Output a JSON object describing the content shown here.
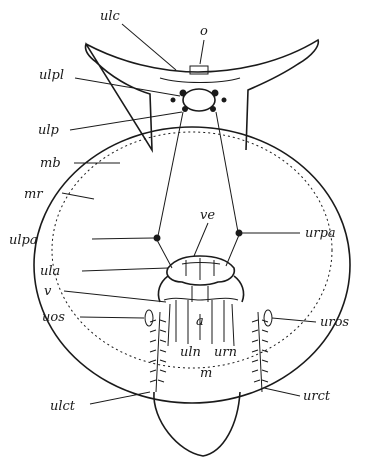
{
  "labels": {
    "ulc": "ulc",
    "o": "o",
    "ulpl": "ulpl",
    "ulp": "ulp",
    "mb": "mb",
    "mr": "mr",
    "ulpa": "ulpa",
    "urpa": "urpa",
    "ve": "ve",
    "ula": "ula",
    "v": "v",
    "uos": "uos",
    "uros": "uros",
    "a": "a",
    "uln": "uln",
    "urn": "urn",
    "m": "m",
    "ulct": "ulct",
    "urct": "urct"
  }
}
